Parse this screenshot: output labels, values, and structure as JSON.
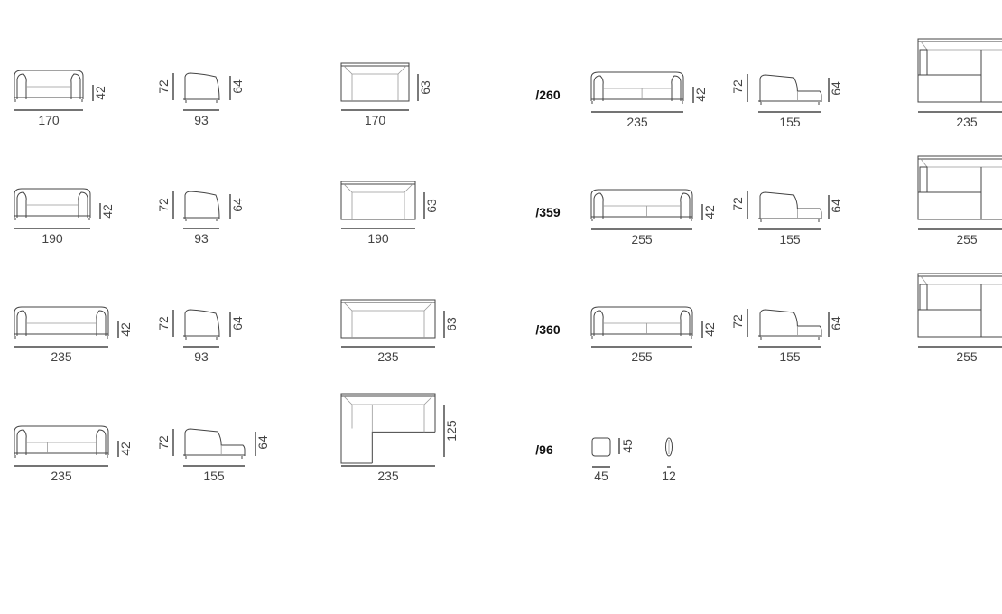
{
  "rows_left": [
    {
      "front": {
        "width": "170",
        "height": "42"
      },
      "side": {
        "back_height": "72",
        "width": "93",
        "seat_height": "64"
      },
      "top": {
        "width": "170",
        "depth": "63"
      }
    },
    {
      "front": {
        "width": "190",
        "height": "42"
      },
      "side": {
        "back_height": "72",
        "width": "93",
        "seat_height": "64"
      },
      "top": {
        "width": "190",
        "depth": "63"
      }
    },
    {
      "front": {
        "width": "235",
        "height": "42"
      },
      "side": {
        "back_height": "72",
        "width": "93",
        "seat_height": "64"
      },
      "top": {
        "width": "235",
        "depth": "63"
      }
    },
    {
      "front": {
        "width": "235",
        "height": "42"
      },
      "side": {
        "back_height": "72",
        "width": "155",
        "seat_height": "64"
      },
      "top": {
        "width": "235",
        "depth": "125"
      }
    }
  ],
  "rows_right": [
    {
      "code": "/260",
      "front": {
        "width": "235",
        "height": "42"
      },
      "side": {
        "back_height": "72",
        "width": "155",
        "seat_height": "64"
      },
      "top": {
        "width": "235"
      }
    },
    {
      "code": "/359",
      "front": {
        "width": "255",
        "height": "42"
      },
      "side": {
        "back_height": "72",
        "width": "155",
        "seat_height": "64"
      },
      "top": {
        "width": "255"
      }
    },
    {
      "code": "/360",
      "front": {
        "width": "255",
        "height": "42"
      },
      "side": {
        "back_height": "72",
        "width": "155",
        "seat_height": "64"
      },
      "top": {
        "width": "255"
      }
    }
  ],
  "pouf": {
    "code": "/96",
    "top": {
      "width": "45",
      "depth": "45"
    },
    "cushion": {
      "width": "12"
    }
  }
}
